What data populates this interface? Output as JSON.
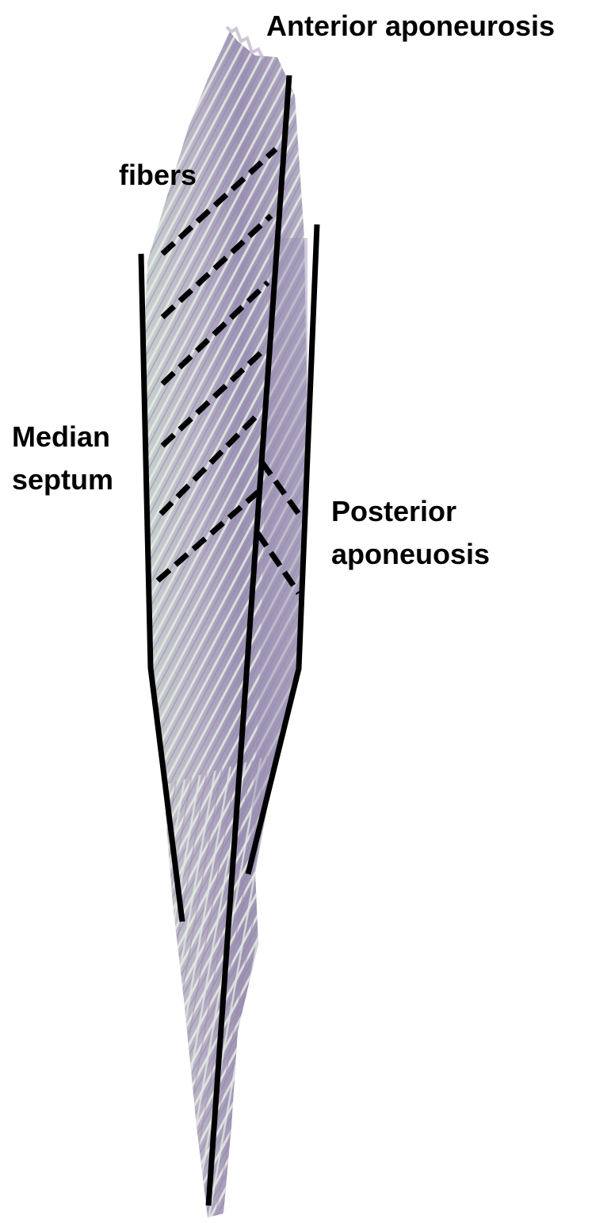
{
  "labels": {
    "anterior_aponeurosis": "Anterior aponeurosis",
    "fibers": "fibers",
    "median_septum": [
      "Median",
      "septum"
    ],
    "posterior_aponeurosis": [
      "Posterior",
      "aponeuosis"
    ]
  },
  "colors": {
    "background": "#ffffff",
    "annotation_line": "#000000",
    "fiber_light": "#dfe7dd",
    "fiber_purple": "#8f86a8",
    "fiber_pink": "#b9a3b3",
    "text": "#000000"
  },
  "image": {
    "subject": "muscle-fiber-specimen"
  }
}
